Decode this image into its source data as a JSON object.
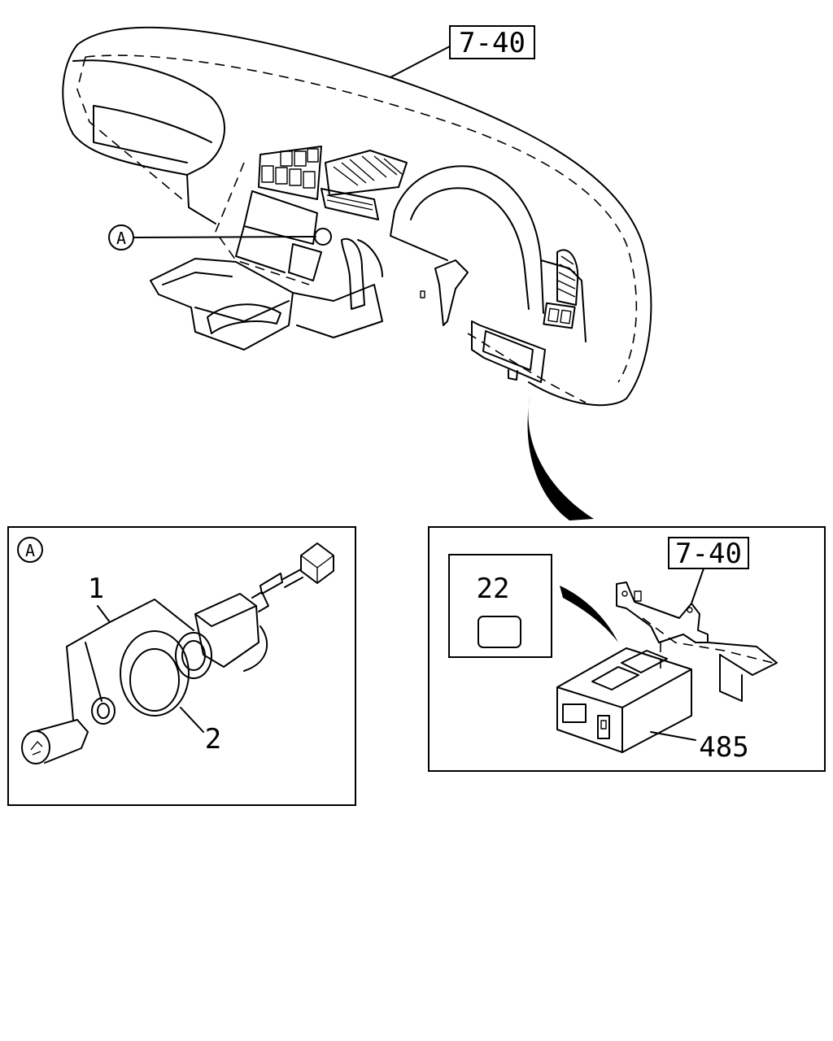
{
  "labels": {
    "ref_top": "7-40",
    "ref_inset": "7-40",
    "callout_a_main": "A",
    "callout_a_panel": "A",
    "part_1": "1",
    "part_2": "2",
    "part_22": "22",
    "part_485": "485"
  },
  "colors": {
    "line": "#000000",
    "background": "#ffffff"
  }
}
